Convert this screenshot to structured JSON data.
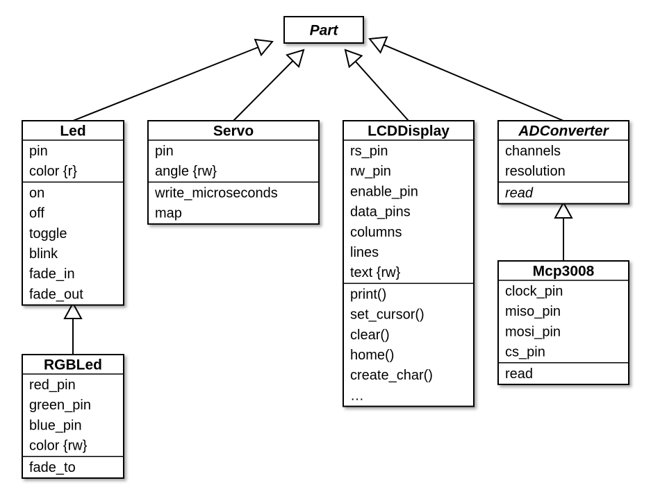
{
  "classes": {
    "part": {
      "name": "Part",
      "abstract": true,
      "attributes": [],
      "methods": []
    },
    "led": {
      "name": "Led",
      "abstract": false,
      "attributes": [
        "pin",
        "color {r}"
      ],
      "methods": [
        "on",
        "off",
        "toggle",
        "blink",
        "fade_in",
        "fade_out"
      ]
    },
    "servo": {
      "name": "Servo",
      "abstract": false,
      "attributes": [
        "pin",
        "angle {rw}"
      ],
      "methods": [
        "write_microseconds",
        "map"
      ]
    },
    "lcddisplay": {
      "name": "LCDDisplay",
      "abstract": false,
      "attributes": [
        "rs_pin",
        "rw_pin",
        "enable_pin",
        "data_pins",
        "columns",
        "lines",
        "text {rw}"
      ],
      "methods": [
        "print()",
        "set_cursor()",
        "clear()",
        "home()",
        "create_char()",
        "…"
      ]
    },
    "adconverter": {
      "name": "ADConverter",
      "abstract": true,
      "attributes": [
        "channels",
        "resolution"
      ],
      "methods": [
        "read"
      ],
      "abstract_methods": true
    },
    "rgbled": {
      "name": "RGBLed",
      "abstract": false,
      "attributes": [
        "red_pin",
        "green_pin",
        "blue_pin",
        "color {rw}"
      ],
      "methods": [
        "fade_to"
      ]
    },
    "mcp3008": {
      "name": "Mcp3008",
      "abstract": false,
      "attributes": [
        "clock_pin",
        "miso_pin",
        "mosi_pin",
        "cs_pin"
      ],
      "methods": [
        "read"
      ]
    }
  },
  "relations": [
    {
      "type": "generalization",
      "from": "led",
      "to": "part"
    },
    {
      "type": "generalization",
      "from": "servo",
      "to": "part"
    },
    {
      "type": "generalization",
      "from": "lcddisplay",
      "to": "part"
    },
    {
      "type": "generalization",
      "from": "adconverter",
      "to": "part"
    },
    {
      "type": "generalization",
      "from": "rgbled",
      "to": "led"
    },
    {
      "type": "generalization",
      "from": "mcp3008",
      "to": "adconverter"
    }
  ]
}
